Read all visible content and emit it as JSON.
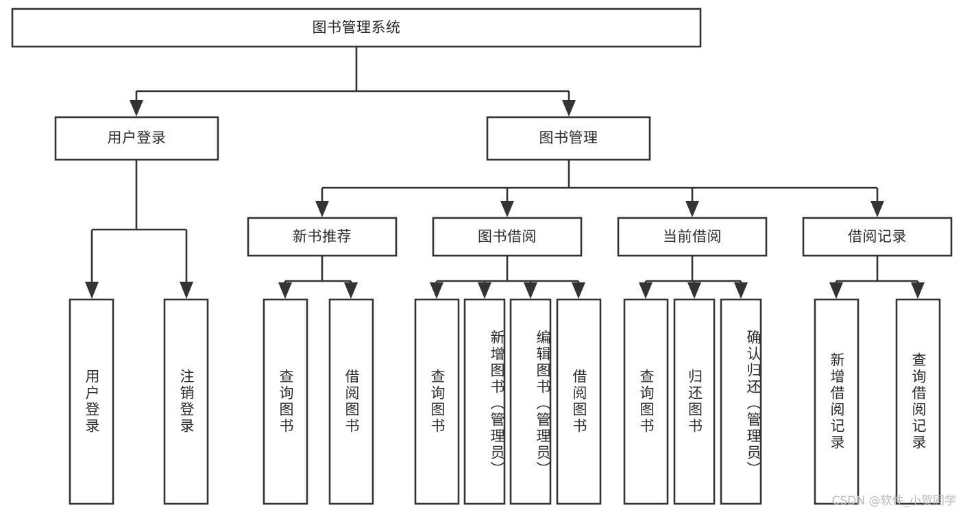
{
  "diagram": {
    "type": "tree-hierarchy-chart",
    "title": "图书管理系统",
    "background_color": "#ffffff",
    "line_color": "#333333",
    "text_color": "#2b2b2b",
    "root": {
      "id": "root",
      "label": "图书管理系统",
      "orientation": "horizontal"
    },
    "level2": [
      {
        "id": "user-login",
        "label": "用户登录",
        "orientation": "horizontal"
      },
      {
        "id": "book-management",
        "label": "图书管理",
        "orientation": "horizontal"
      }
    ],
    "level3": [
      {
        "id": "new-book-recommend",
        "label": "新书推荐",
        "orientation": "horizontal",
        "parent": "book-management"
      },
      {
        "id": "book-borrow",
        "label": "图书借阅",
        "orientation": "horizontal",
        "parent": "book-management"
      },
      {
        "id": "current-borrow",
        "label": "当前借阅",
        "orientation": "horizontal",
        "parent": "book-management"
      },
      {
        "id": "borrow-record",
        "label": "借阅记录",
        "orientation": "horizontal",
        "parent": "book-management"
      }
    ],
    "leaves": {
      "user_login": [
        {
          "id": "leaf-user-login",
          "label": "用户登录",
          "orientation": "vertical"
        },
        {
          "id": "leaf-logout",
          "label": "注销登录",
          "orientation": "vertical"
        }
      ],
      "new_book_recommend": [
        {
          "id": "leaf-query-book-1",
          "label": "查询图书",
          "orientation": "vertical"
        },
        {
          "id": "leaf-borrow-book-1",
          "label": "借阅图书",
          "orientation": "vertical"
        }
      ],
      "book_borrow": [
        {
          "id": "leaf-query-book-2",
          "label": "查询图书",
          "orientation": "vertical"
        },
        {
          "id": "leaf-add-book",
          "label": "新增图书（管理员）",
          "orientation": "vertical"
        },
        {
          "id": "leaf-edit-book",
          "label": "编辑图书（管理员）",
          "orientation": "vertical"
        },
        {
          "id": "leaf-borrow-book-2",
          "label": "借阅图书",
          "orientation": "vertical"
        }
      ],
      "current_borrow": [
        {
          "id": "leaf-query-book-3",
          "label": "查询图书",
          "orientation": "vertical"
        },
        {
          "id": "leaf-return-book",
          "label": "归还图书",
          "orientation": "vertical"
        },
        {
          "id": "leaf-confirm-return",
          "label": "确认归还（管理员）",
          "orientation": "vertical"
        }
      ],
      "borrow_record": [
        {
          "id": "leaf-add-record",
          "label": "新增借阅记录",
          "orientation": "vertical"
        },
        {
          "id": "leaf-query-record",
          "label": "查询借阅记录",
          "orientation": "vertical"
        }
      ]
    }
  },
  "watermark": {
    "text": "CSDN @软件_小贺同学"
  }
}
